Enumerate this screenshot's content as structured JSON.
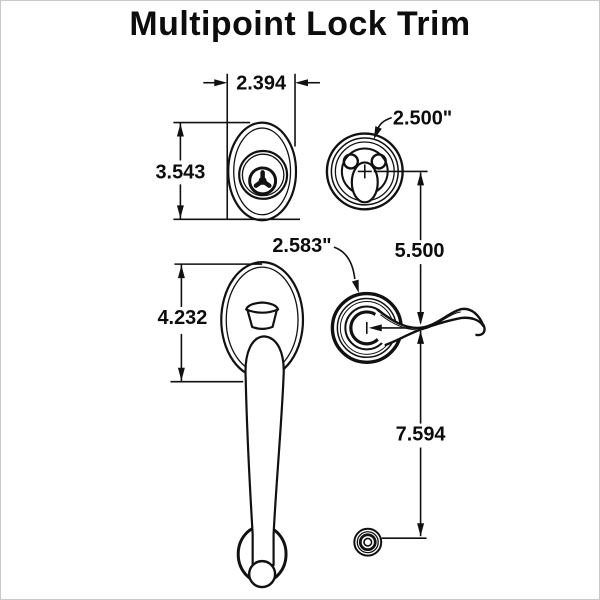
{
  "title": "Multipoint Lock Trim",
  "dimensions": {
    "escutcheon_width_in": "2.394",
    "escutcheon_height_in": "3.543",
    "thumbturn_rosette_diameter_in": "2.500\"",
    "upper_center_to_center_in": "5.500",
    "lever_rosette_diameter_in": "2.583\"",
    "handle_plate_height_in": "4.232",
    "lower_center_to_center_in": "7.594"
  }
}
